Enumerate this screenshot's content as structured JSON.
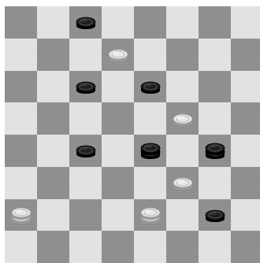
{
  "board": {
    "rows": 8,
    "cols": 8,
    "top_left_color": "dark",
    "colors": {
      "light_square": "#e4e4e4",
      "dark_square": "#8e8e8e",
      "black_piece": "#1e1e1e",
      "white_piece": "#e8e8e8"
    }
  },
  "pieces": [
    {
      "row": 0,
      "col": 2,
      "color": "black",
      "king": false
    },
    {
      "row": 1,
      "col": 3,
      "color": "white",
      "king": false
    },
    {
      "row": 2,
      "col": 2,
      "color": "black",
      "king": false
    },
    {
      "row": 2,
      "col": 4,
      "color": "black",
      "king": false
    },
    {
      "row": 3,
      "col": 5,
      "color": "white",
      "king": false
    },
    {
      "row": 4,
      "col": 2,
      "color": "black",
      "king": false
    },
    {
      "row": 4,
      "col": 4,
      "color": "black",
      "king": true
    },
    {
      "row": 4,
      "col": 6,
      "color": "black",
      "king": true
    },
    {
      "row": 5,
      "col": 5,
      "color": "white",
      "king": false
    },
    {
      "row": 6,
      "col": 0,
      "color": "white",
      "king": true
    },
    {
      "row": 6,
      "col": 4,
      "color": "white",
      "king": true
    },
    {
      "row": 6,
      "col": 6,
      "color": "black",
      "king": false
    }
  ]
}
